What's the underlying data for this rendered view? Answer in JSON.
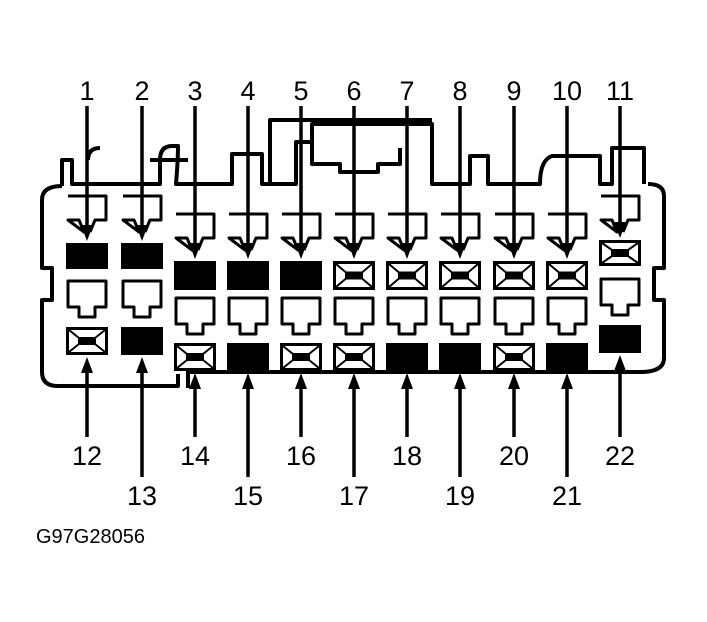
{
  "figure_code": "G97G28056",
  "colors": {
    "ink": "#000000",
    "background": "#ffffff"
  },
  "top_pins": [
    {
      "label": "1",
      "cavity": "filled"
    },
    {
      "label": "2",
      "cavity": "filled"
    },
    {
      "label": "3",
      "cavity": "filled"
    },
    {
      "label": "4",
      "cavity": "filled"
    },
    {
      "label": "5",
      "cavity": "filled"
    },
    {
      "label": "6",
      "cavity": "x"
    },
    {
      "label": "7",
      "cavity": "x"
    },
    {
      "label": "8",
      "cavity": "x"
    },
    {
      "label": "9",
      "cavity": "x"
    },
    {
      "label": "10",
      "cavity": "x"
    },
    {
      "label": "11",
      "cavity": "x"
    }
  ],
  "bottom_pins": [
    {
      "label": "12",
      "cavity": "x"
    },
    {
      "label": "13",
      "cavity": "filled"
    },
    {
      "label": "14",
      "cavity": "x"
    },
    {
      "label": "15",
      "cavity": "filled"
    },
    {
      "label": "16",
      "cavity": "x"
    },
    {
      "label": "17",
      "cavity": "x"
    },
    {
      "label": "18",
      "cavity": "filled"
    },
    {
      "label": "19",
      "cavity": "filled"
    },
    {
      "label": "20",
      "cavity": "x"
    },
    {
      "label": "21",
      "cavity": "filled"
    },
    {
      "label": "22",
      "cavity": "filled"
    }
  ]
}
